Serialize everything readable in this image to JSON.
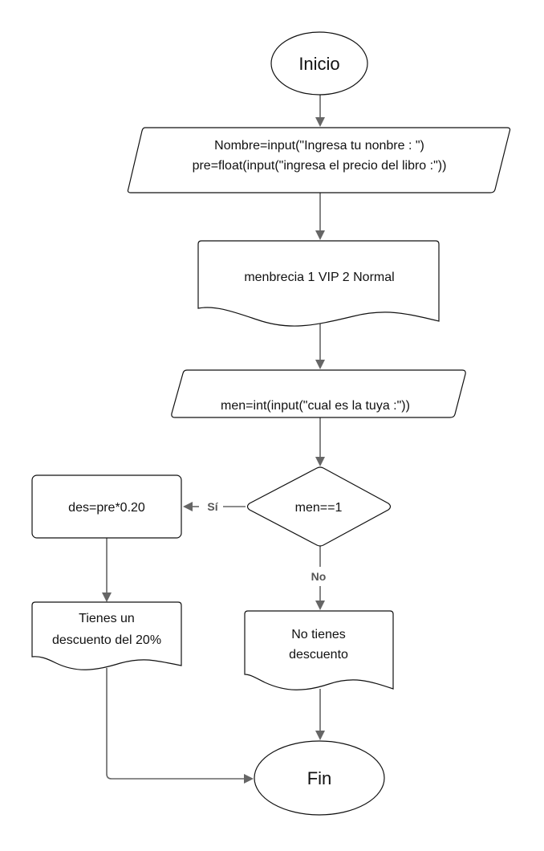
{
  "nodes": {
    "start": {
      "label": "Inicio"
    },
    "input": {
      "line1": "Nombre=input(\"Ingresa tu nonbre : \")",
      "line2": "pre=float(input(\"ingresa el precio del libro :\"))"
    },
    "membership": {
      "label": "menbrecia  1 VIP  2 Normal"
    },
    "choice": {
      "label": "men=int(input(\"cual es la tuya :\"))"
    },
    "decision": {
      "label": "men==1"
    },
    "discount_calc": {
      "label": "des=pre*0.20"
    },
    "discount_msg": {
      "line1": "Tienes un",
      "line2": "descuento del 20%"
    },
    "no_discount_msg": {
      "line1": "No tienes",
      "line2": "descuento"
    },
    "end": {
      "label": "Fin"
    }
  },
  "edges": {
    "yes_label": "Sí",
    "no_label": "No"
  },
  "colors": {
    "stroke": "#111111",
    "connector": "#666666",
    "label": "#555555",
    "background": "#ffffff"
  }
}
